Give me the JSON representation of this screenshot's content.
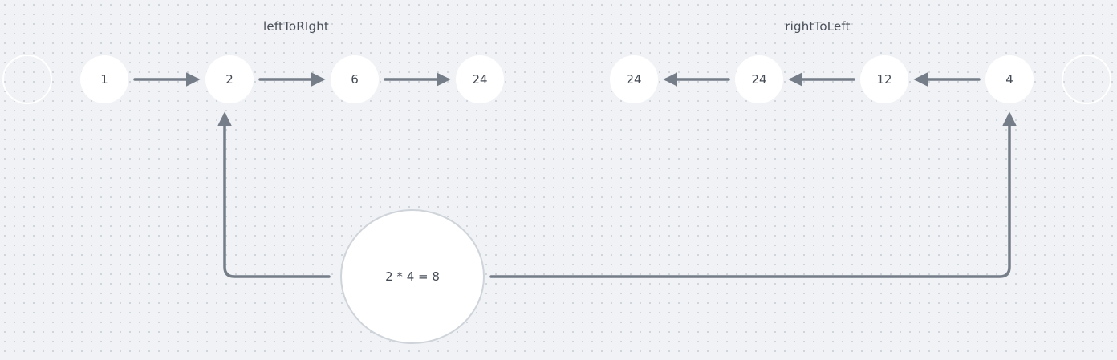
{
  "labels": {
    "left_to_right": "leftToRIght",
    "right_to_left": "rightToLeft"
  },
  "left_row": [
    "1",
    "2",
    "6",
    "24"
  ],
  "right_row": [
    "24",
    "24",
    "12",
    "4"
  ],
  "center": {
    "expression": "2 * 4 = 8"
  },
  "colors": {
    "background": "#f0f2f5",
    "node_fill": "#ffffff",
    "arrow": "#757d88",
    "text": "#444b55"
  }
}
